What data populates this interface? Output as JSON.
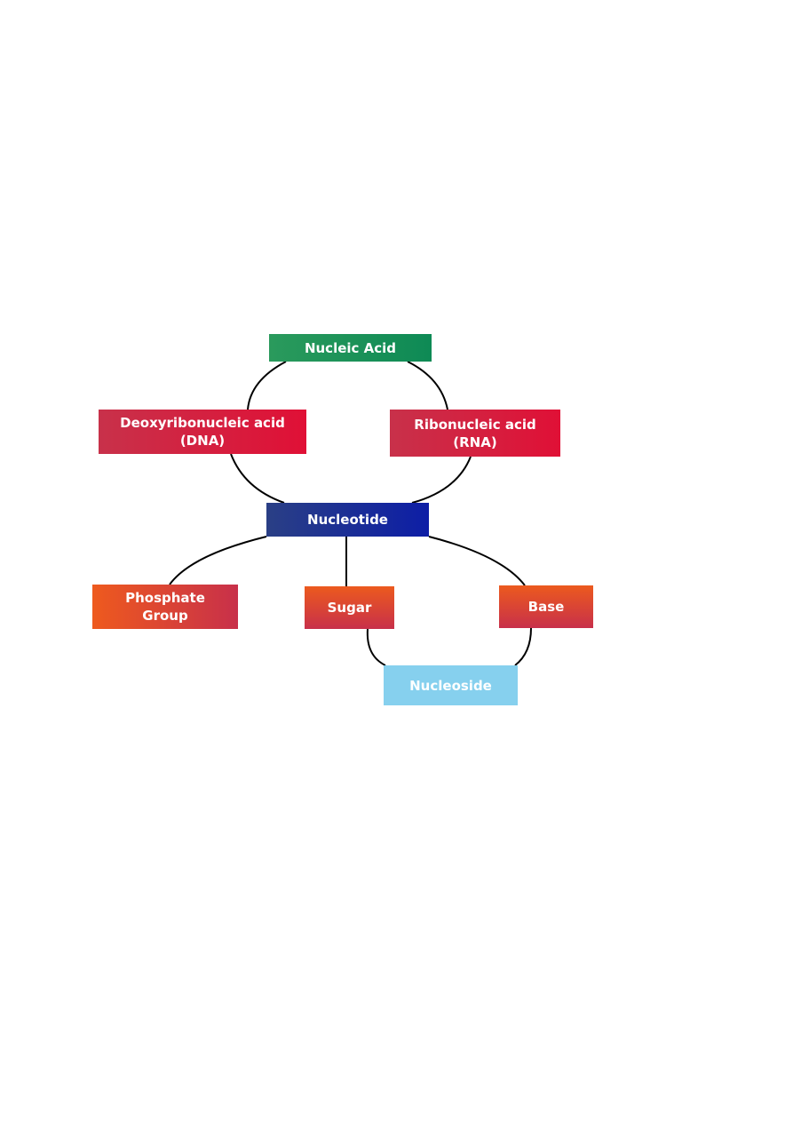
{
  "nodes": {
    "nucleic_acid": {
      "lines": [
        "Nucleic Acid"
      ]
    },
    "dna": {
      "lines": [
        "Deoxyribonucleic acid",
        "(DNA)"
      ]
    },
    "rna": {
      "lines": [
        "Ribonucleic acid",
        "(RNA)"
      ]
    },
    "nucleotide": {
      "lines": [
        "Nucleotide"
      ]
    },
    "phosphate_group": {
      "lines": [
        "Phosphate",
        "Group"
      ]
    },
    "sugar": {
      "lines": [
        "Sugar"
      ]
    },
    "base": {
      "lines": [
        "Base"
      ]
    },
    "nucleoside": {
      "lines": [
        "Nucleoside"
      ]
    }
  },
  "edges": [
    {
      "from": "nucleic_acid",
      "to": "dna"
    },
    {
      "from": "nucleic_acid",
      "to": "rna"
    },
    {
      "from": "dna",
      "to": "nucleotide"
    },
    {
      "from": "rna",
      "to": "nucleotide"
    },
    {
      "from": "nucleotide",
      "to": "phosphate_group"
    },
    {
      "from": "nucleotide",
      "to": "sugar"
    },
    {
      "from": "nucleotide",
      "to": "base"
    },
    {
      "from": "sugar",
      "to": "nucleoside"
    },
    {
      "from": "base",
      "to": "nucleoside"
    }
  ],
  "colors": {
    "connector": "#000000"
  }
}
